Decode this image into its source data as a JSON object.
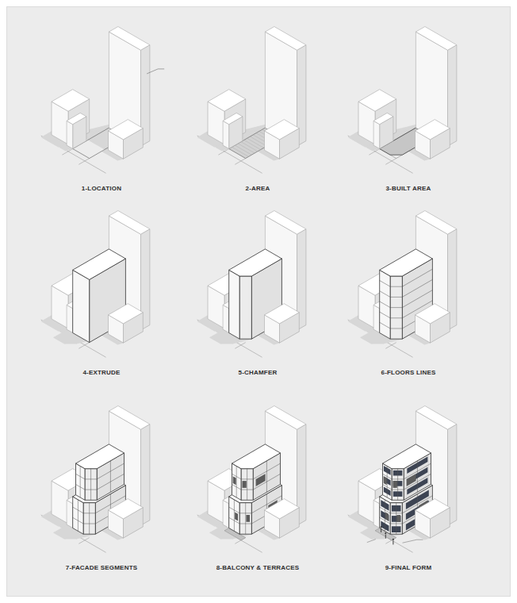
{
  "diagram": {
    "labels": [
      "1-LOCATION",
      "2-AREA",
      "3-BUILT AREA",
      "4-EXTRUDE",
      "5-CHAMFER",
      "6-FLOORS LINES",
      "7-FACADE SEGMENTS",
      "8-BALCONY & TERRACES",
      "9-FINAL FORM"
    ]
  }
}
